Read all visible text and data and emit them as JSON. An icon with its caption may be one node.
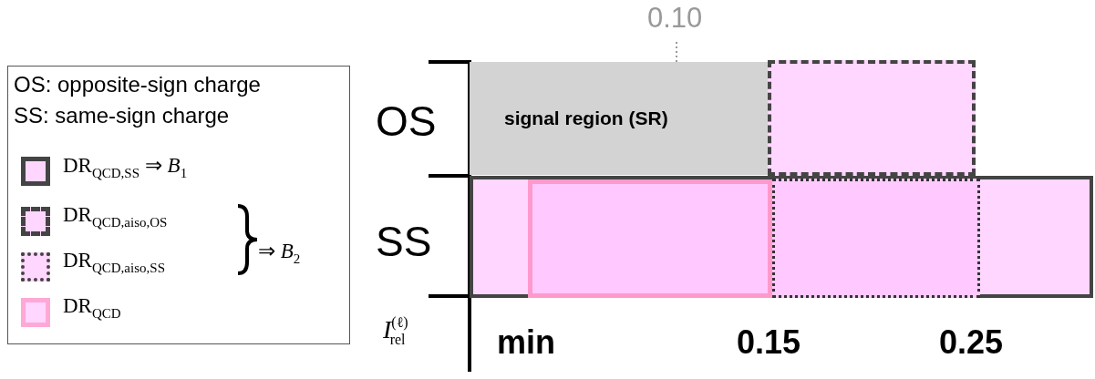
{
  "diagram": {
    "nodes": [
      {
        "text": [
          "signal region (SR)"
        ]
      },
      {
        "text": [],
        "shape": "box"
      },
      {
        "text": [],
        "shape": "box"
      },
      {
        "text": [],
        "shape": "box",
        "in": 2
      },
      {
        "text": [],
        "shape": "box",
        "in": 2
      }
    ],
    "edges": [],
    "labels": [
      "0.10",
      "OS",
      "⇒ *B*$_{2}$",
      "SS",
      "*I*$^{(ℓ)}$$_{rel}$",
      "min",
      "0.15",
      "0.25"
    ],
    "legend": [
      {
        "text": "OS: opposite-sign charge"
      },
      {
        "text": "SS: same-sign charge"
      },
      {
        "text": "DR$_{QCD,SS}$ ⇒ *B*$_{1}$"
      },
      {
        "text": "DR$_{QCD,aiso,OS}$"
      },
      {
        "text": "DR$_{QCD,aiso,SS}$"
      },
      {
        "text": "DR$_{QCD}$"
      }
    ]
  }
}
